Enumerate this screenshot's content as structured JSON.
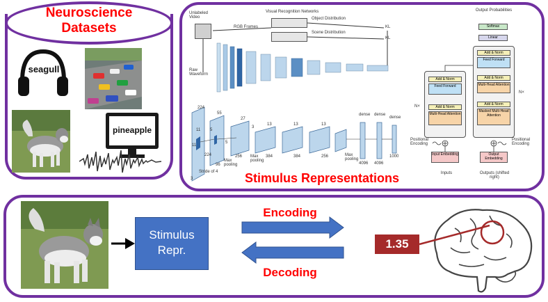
{
  "datasets": {
    "title_line1": "Neuroscience",
    "title_line2": "Datasets",
    "headphone_word": "seagull",
    "monitor_word": "pineapple"
  },
  "stimulus": {
    "title": "Stimulus Representations",
    "video_net": {
      "unlabeled_video": "Unlabeled Video",
      "visual_recognition": "Visual Recognition Networks",
      "rgb_frames": "RGB Frames",
      "object_distribution": "Object Distribution",
      "scene_distribution": "Scene Distribution",
      "raw_waveform": "Raw Waveform",
      "kl": "KL"
    },
    "cnn": {
      "in_size": "224",
      "in_depth": "3",
      "stride": "Stride of 4",
      "k11": "11",
      "k5": "5",
      "k3": "3",
      "c55": "55",
      "c27": "27",
      "c13": "13",
      "d96": "96",
      "d256": "256",
      "d384": "384",
      "max_pooling": "Max pooling",
      "dense": "dense",
      "n4096": "4096",
      "n1000": "1000"
    },
    "transformer": {
      "output_probabilities": "Output Probabilities",
      "softmax": "Softmax",
      "linear": "Linear",
      "add_norm": "Add & Norm",
      "feed_forward": "Feed Forward",
      "multi_head_attention": "Multi-Head Attention",
      "masked_mha": "Masked Multi-Head Attention",
      "input_embedding": "Input Embedding",
      "output_embedding": "Output Embedding",
      "positional_encoding": "Positional Encoding",
      "inputs": "Inputs",
      "outputs": "Outputs (shifted right)",
      "nx": "N×"
    }
  },
  "pipeline": {
    "stimulus_box_line1": "Stimulus",
    "stimulus_box_line2": "Repr.",
    "encoding": "Encoding",
    "decoding": "Decoding",
    "value": "1.35"
  },
  "colors": {
    "panel_border": "#7030a0",
    "title_red": "#ff0000",
    "stimulus_box": "#4472c4",
    "value_box": "#a52a2a"
  }
}
